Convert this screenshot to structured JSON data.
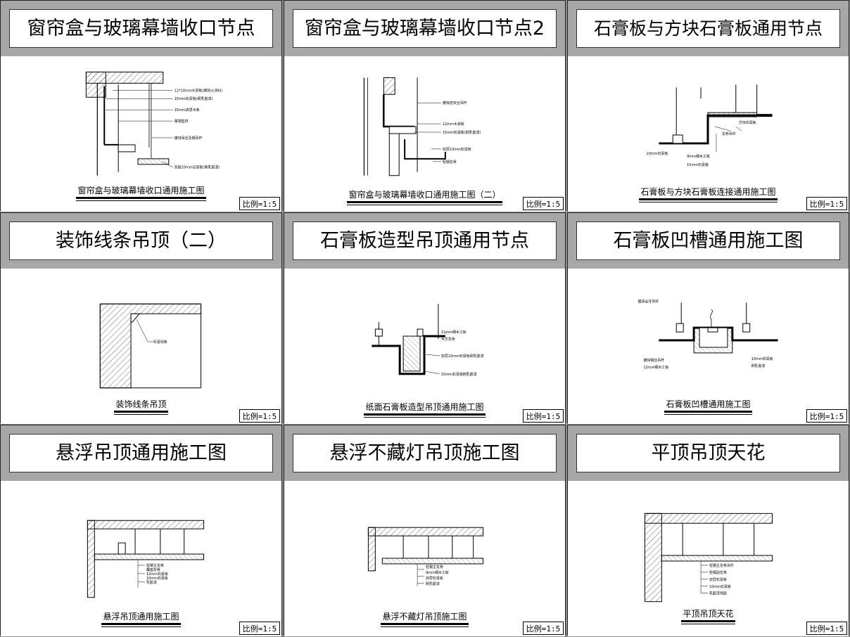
{
  "panels": [
    {
      "title": "窗帘盒与玻璃幕墙收口节点",
      "caption": "窗帘盒与玻璃幕墙收口通用施工图",
      "scale": "比例=1:5"
    },
    {
      "title": "窗帘盒与玻璃幕墙收口节点2",
      "caption": "窗帘盒与玻璃幕墙收口通用施工图（二）",
      "scale": "比例=1:5"
    },
    {
      "title": "石膏板与方块石膏板通用节点",
      "caption": "石膏板与方块石膏板连接通用施工图",
      "scale": "比例=1:5"
    },
    {
      "title": "装饰线条吊顶（二）",
      "caption": "装饰线条吊顶",
      "scale": "比例=1:5"
    },
    {
      "title": "石膏板造型吊顶通用节点",
      "caption": "纸面石膏板造型吊顶通用施工图",
      "scale": "比例=1:5"
    },
    {
      "title": "石膏板凹槽通用施工图",
      "caption": "石膏板凹槽通用施工图",
      "scale": "比例=1:5"
    },
    {
      "title": "悬浮吊顶通用施工图",
      "caption": "悬浮吊顶通用施工图",
      "scale": "比例=1:5"
    },
    {
      "title": "悬浮不藏灯吊顶施工图",
      "caption": "悬浮不藏灯吊顶施工图",
      "scale": "比例=1:5"
    },
    {
      "title": "平顶吊顶天花",
      "caption": "平顶吊顶天花",
      "scale": "比例=1:5"
    }
  ],
  "annotations": {
    "p1": [
      "12*10mm木夹板(刷防火涂料)",
      "15mm石膏板(刷乳胶漆)",
      "15mm夹层木条",
      "幕墙型材",
      "镀锌吊丝及钢吊杆",
      "双层10mm石膏板(刷乳胶漆)"
    ],
    "p2": [
      "镀锌自攻丝吊杆",
      "12mm木夹板",
      "15mm石膏板(刷乳胶漆)",
      "双层10mm石膏板",
      "轻钢龙骨"
    ],
    "p3": [
      "方块石膏板",
      "龙骨吊件",
      "10mm石膏板",
      "9mm细木工板",
      "15mm石膏板"
    ],
    "p4": [
      "石膏线条"
    ],
    "p5": [
      "12mm细木工板",
      "木方龙骨",
      "双层10mm石膏板刷乳胶漆",
      "10mm石膏板刷乳胶漆"
    ],
    "p6": [
      "镀锌全牙吊杆",
      "镀锌钢丝吊杆",
      "12mm细木工板",
      "10mm石膏板",
      "刷乳胶漆"
    ],
    "p7": [
      "轻钢主龙骨",
      "覆面龙骨",
      "12mm石膏板",
      "10mm石膏板",
      "乳胶漆"
    ],
    "p8": [
      "轻钢主龙骨",
      "9mm细木工板",
      "双层石膏板",
      "刷乳胶漆"
    ],
    "p9": [
      "轻钢主龙骨吊件",
      "轻钢副龙骨",
      "双层石膏板",
      "10mm石膏板",
      "乳胶漆饰面"
    ]
  }
}
